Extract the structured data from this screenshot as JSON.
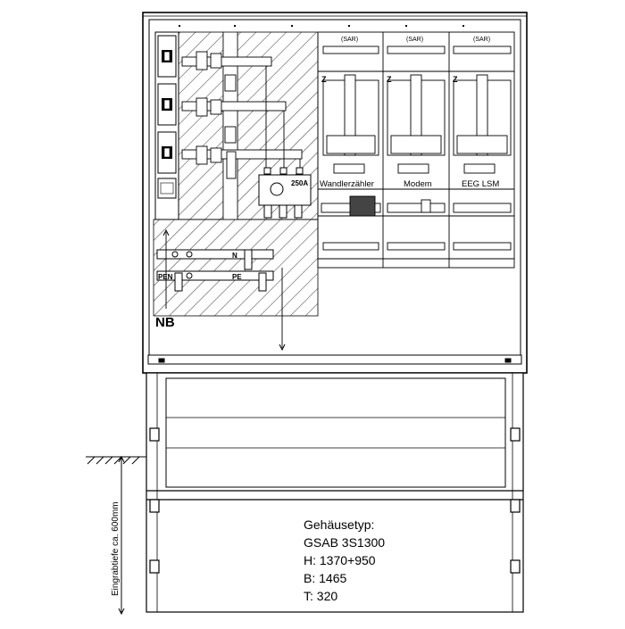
{
  "labels": {
    "nb": "NB",
    "pen": "PEN",
    "n": "N",
    "pe": "PE",
    "breaker": "250A",
    "z": "Z",
    "sar": "(SAR)",
    "wandlerzaehler": "Wandlerzähler",
    "modem": "Modem",
    "eeg_lsm": "EEG  LSM",
    "depth": "Eingrabtiefe ca. 600mm"
  },
  "specs": [
    "Gehäusetyp:",
    "GSAB 3S1300",
    "H: 1370+950",
    "B: 1465",
    "T: 320"
  ]
}
